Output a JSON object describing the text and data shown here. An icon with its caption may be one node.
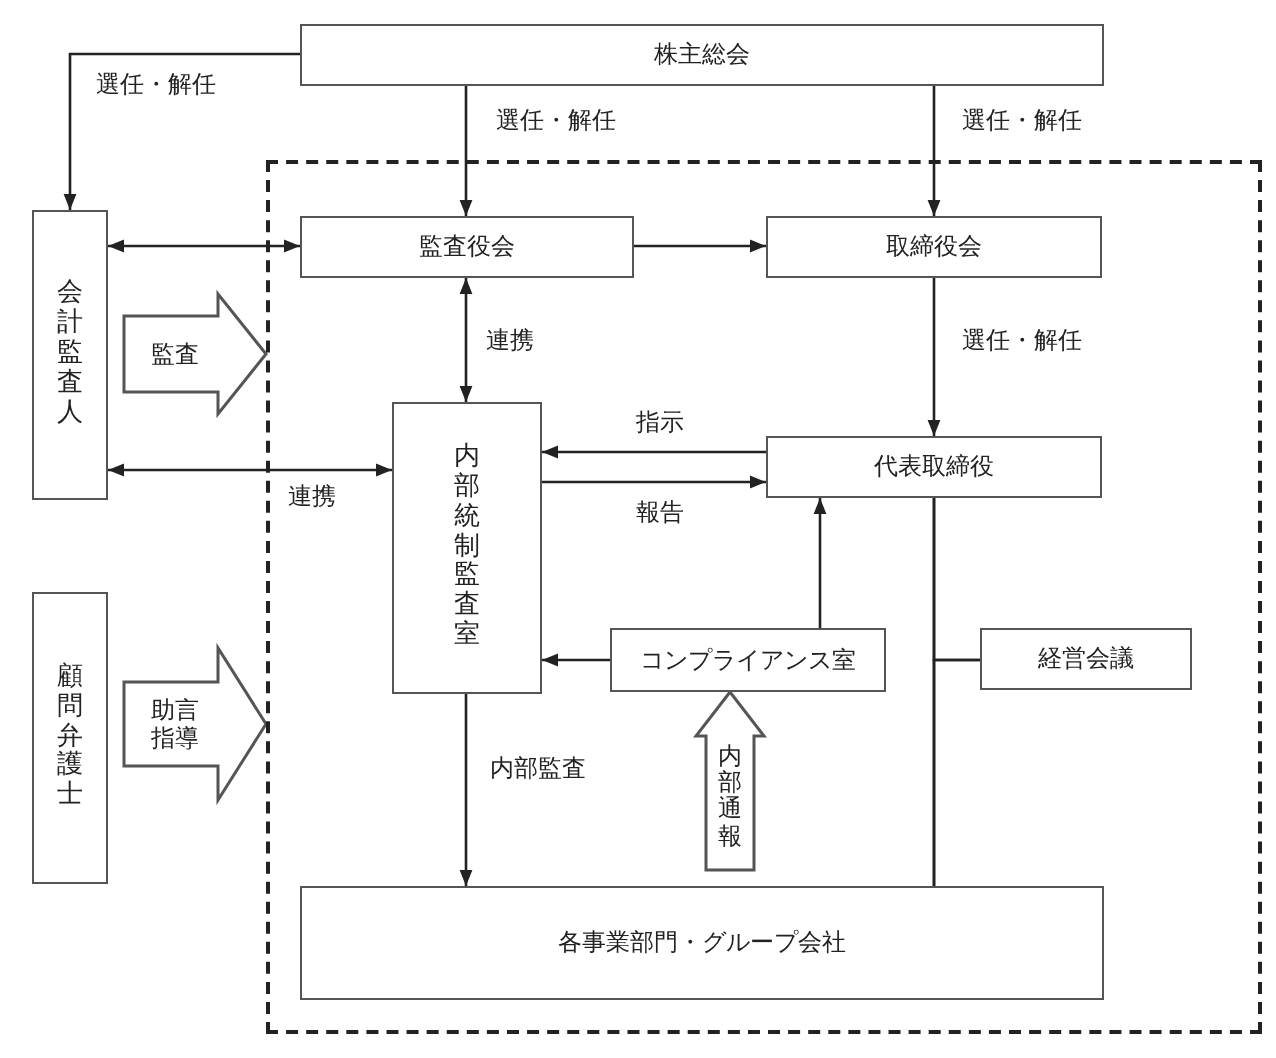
{
  "diagram": {
    "nodes": [
      {
        "text": [
          "株主総会"
        ]
      },
      {
        "text": [],
        "shape": "box"
      },
      {
        "text": [
          "会計監査人"
        ]
      },
      {
        "text": [
          "監査役会"
        ],
        "in": 1
      },
      {
        "text": [
          "取締役会"
        ],
        "in": 1
      },
      {
        "text": [
          "内部統制監査室"
        ],
        "in": 1
      },
      {
        "text": [
          "代表取締役"
        ],
        "in": 1
      },
      {
        "text": [
          "顧問弁護士"
        ]
      },
      {
        "text": [
          "コンプライアンス室"
        ],
        "in": 1
      },
      {
        "text": [
          "経営会議"
        ],
        "in": 1
      },
      {
        "text": [
          "各事業部門・グループ会社"
        ],
        "in": 1
      }
    ],
    "edges": [
      {
        "from": 0,
        "to": 2,
        "arrow": "to",
        "label": "選任・解任"
      },
      {
        "from": 0,
        "to": 3,
        "arrow": "to",
        "label": "選任・解任"
      },
      {
        "from": 0,
        "to": 4,
        "arrow": "to",
        "label": "選任・解任"
      },
      {
        "from": 2,
        "to": 3,
        "arrow": "both"
      },
      {
        "from": 3,
        "to": 4,
        "arrow": "to"
      },
      {
        "from": 3,
        "to": 5,
        "arrow": "both",
        "label": "連携"
      },
      {
        "from": 2,
        "to": 5,
        "arrow": "both",
        "label": "連携"
      },
      {
        "from": 6,
        "to": 5,
        "arrow": "to",
        "label": "指示"
      },
      {
        "from": 5,
        "to": 6,
        "arrow": "to",
        "label": "報告"
      },
      {
        "from": 4,
        "to": 6,
        "arrow": "to",
        "label": "選任・解任"
      },
      {
        "from": 8,
        "to": 6,
        "arrow": "to"
      },
      {
        "from": 8,
        "to": 5,
        "arrow": "to"
      },
      {
        "from": 5,
        "to": 10,
        "arrow": "to",
        "label": "内部監査"
      },
      {
        "from": 6,
        "to": 10,
        "arrow": "none"
      },
      {
        "from": 9,
        "to": 6,
        "arrow": "none"
      },
      {
        "from": 9,
        "to": 10,
        "arrow": "none"
      },
      {
        "from": 2,
        "to": 1,
        "arrow": "to",
        "label": "監査",
        "style": "thick"
      },
      {
        "from": 7,
        "to": 1,
        "arrow": "to",
        "label": "助言指導",
        "style": "thick"
      },
      {
        "from": 10,
        "to": 8,
        "arrow": "to",
        "label": "内部通報",
        "style": "thick"
      }
    ]
  }
}
